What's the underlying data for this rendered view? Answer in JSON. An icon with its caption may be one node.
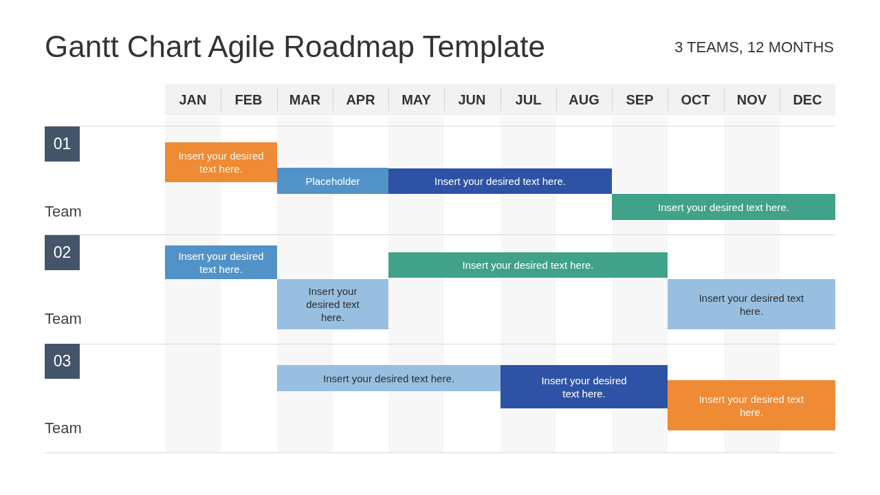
{
  "diagram": {
    "title": "Gantt Chart Agile Roadmap Template",
    "nodes": [
      {
        "text": [
          "01"
        ]
      },
      {
        "text": [
          "Insert your desired text here."
        ]
      },
      {
        "text": [
          "Placeholder"
        ]
      },
      {
        "text": [
          "Insert your desired text here."
        ]
      },
      {
        "text": [
          "Insert your desired text here."
        ]
      },
      {
        "text": [
          "02"
        ]
      },
      {
        "text": [
          "Insert your desired text here."
        ]
      },
      {
        "text": [
          "Insert your desired text here."
        ]
      },
      {
        "text": [
          "Insert your desired text here."
        ]
      },
      {
        "text": [
          "Insert your desired text here."
        ]
      },
      {
        "text": [
          "03"
        ]
      },
      {
        "text": [
          "Insert your desired text here."
        ]
      },
      {
        "text": [
          "Insert your desired text here."
        ]
      },
      {
        "text": [
          "Insert your desired text here."
        ]
      }
    ],
    "labels": [
      "3 TEAMS, 12 MONTHS",
      "JAN",
      "FEB",
      "MAR",
      "APR",
      "MAY",
      "JUN",
      "JUL",
      "AUG",
      "SEP",
      "OCT",
      "NOV",
      "DEC",
      "Team",
      "Team",
      "Team"
    ]
  }
}
